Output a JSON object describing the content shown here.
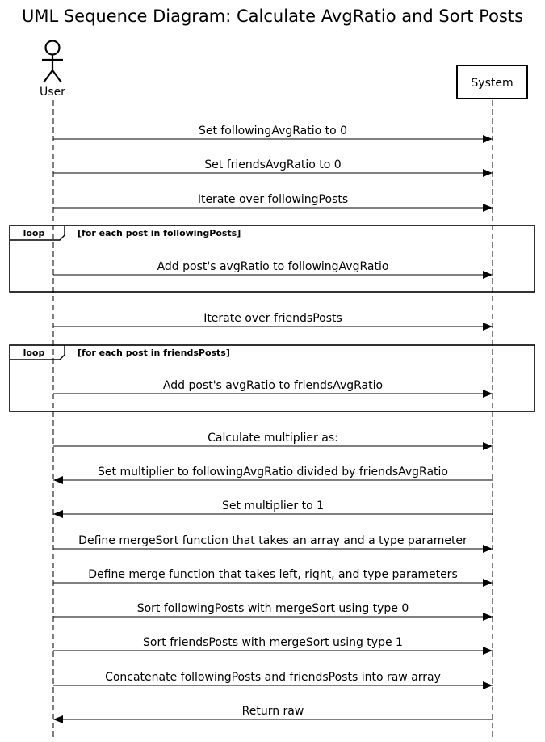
{
  "title": "UML Sequence Diagram: Calculate AvgRatio and Sort Posts",
  "participants": {
    "user": {
      "label": "User",
      "kind": "actor"
    },
    "system": {
      "label": "System",
      "kind": "box"
    }
  },
  "messages": [
    {
      "text": "Set followingAvgRatio to 0",
      "direction": "right"
    },
    {
      "text": "Set friendsAvgRatio to 0",
      "direction": "right"
    },
    {
      "text": "Iterate over followingPosts",
      "direction": "right"
    },
    {
      "text": "Add post's avgRatio to followingAvgRatio",
      "direction": "right"
    },
    {
      "text": "Iterate over friendsPosts",
      "direction": "right"
    },
    {
      "text": "Add post's avgRatio to friendsAvgRatio",
      "direction": "right"
    },
    {
      "text": "Calculate multiplier as:",
      "direction": "right"
    },
    {
      "text": "Set multiplier to followingAvgRatio divided by friendsAvgRatio",
      "direction": "left"
    },
    {
      "text": "Set multiplier to 1",
      "direction": "left"
    },
    {
      "text": "Define mergeSort function that takes an array and a type parameter",
      "direction": "right"
    },
    {
      "text": "Define merge function that takes left, right, and type parameters",
      "direction": "right"
    },
    {
      "text": "Sort followingPosts with mergeSort using type 0",
      "direction": "right"
    },
    {
      "text": "Sort friendsPosts with mergeSort using type 1",
      "direction": "right"
    },
    {
      "text": "Concatenate followingPosts and friendsPosts into raw array",
      "direction": "right"
    },
    {
      "text": "Return raw",
      "direction": "left"
    }
  ],
  "fragments": [
    {
      "operator": "loop",
      "guard": "[for each post in followingPosts]"
    },
    {
      "operator": "loop",
      "guard": "[for each post in friendsPosts]"
    }
  ]
}
